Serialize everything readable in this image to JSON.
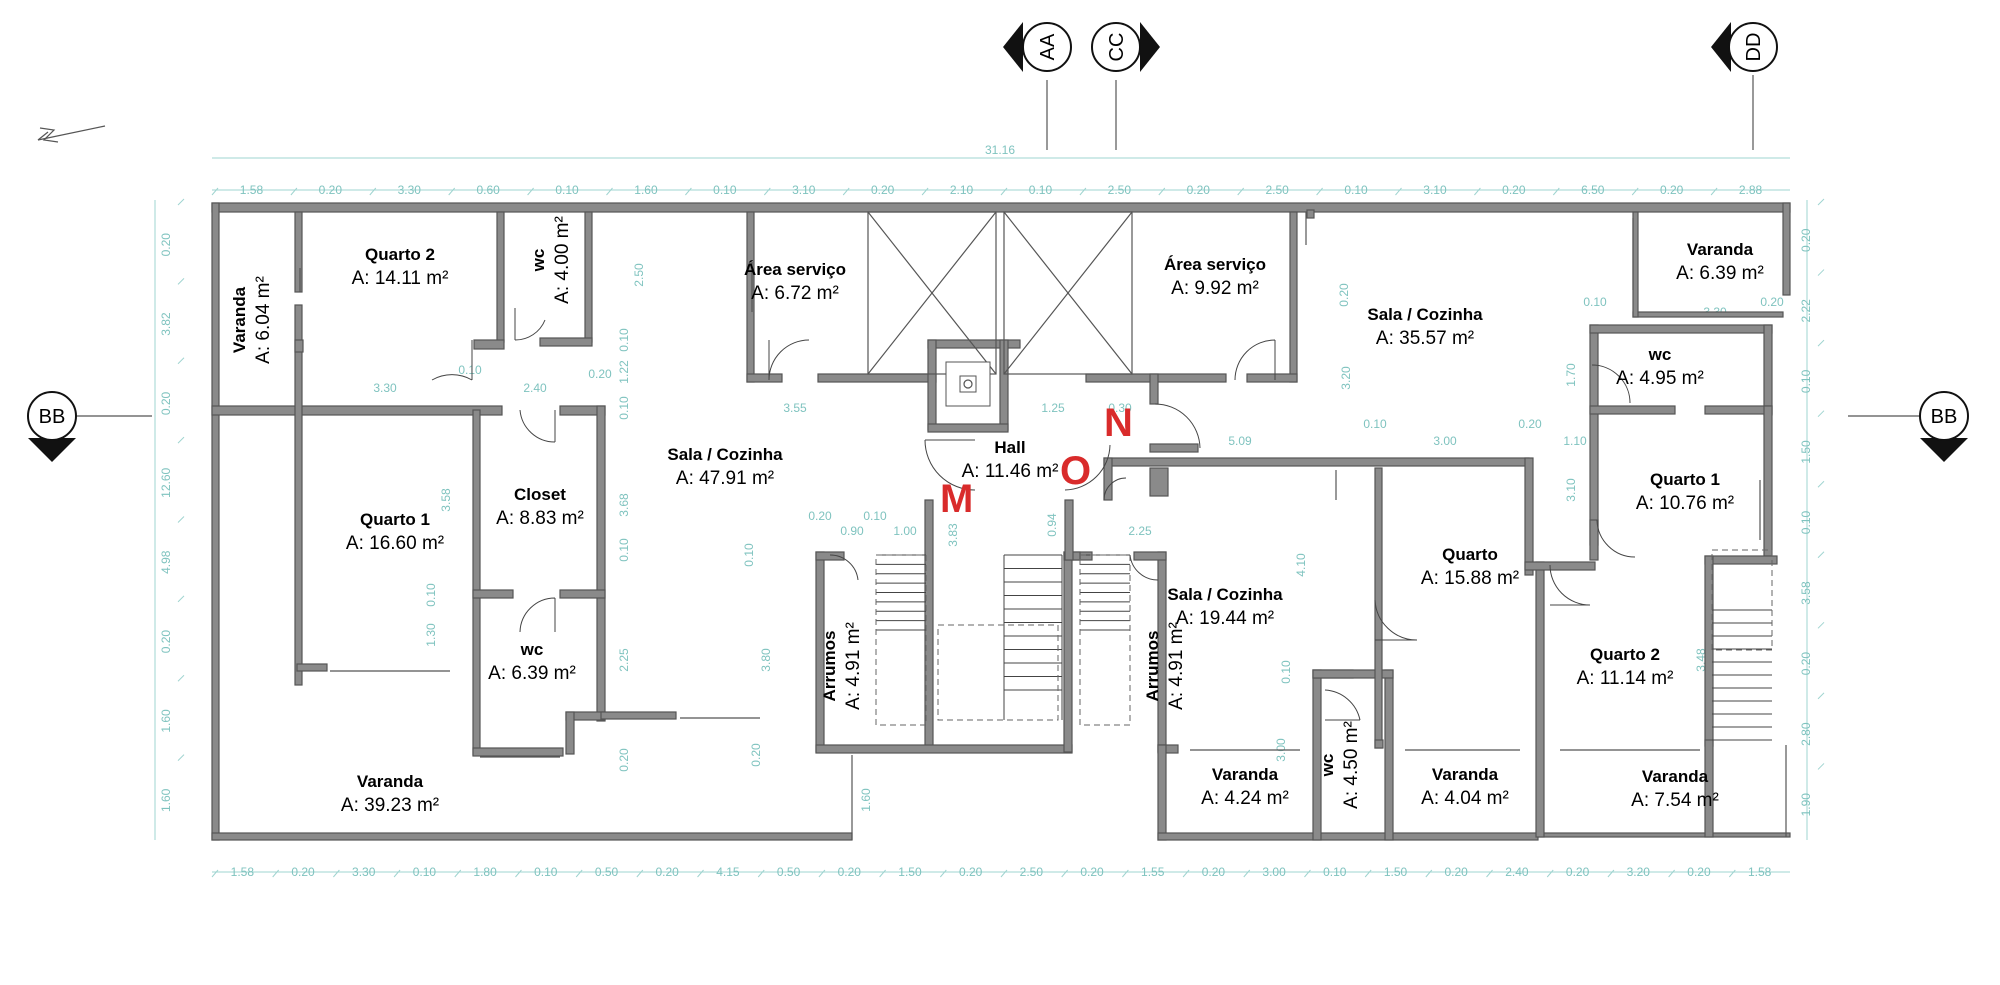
{
  "overall_dimension": "31.16",
  "section_marks": {
    "aa": "AA",
    "cc": "CC",
    "dd": "DD",
    "bb_left": "BB",
    "bb_right": "BB"
  },
  "markers": {
    "m": "M",
    "n": "N",
    "o": "O"
  },
  "marker_color": "#d92b2b",
  "rooms": [
    {
      "name": "Quarto 2",
      "area": "A: 14.11 m²"
    },
    {
      "name": "wc",
      "area": "A: 4.00 m²"
    },
    {
      "name": "Varanda",
      "area": "A: 6.04 m²"
    },
    {
      "name": "Área serviço",
      "area": "A: 6.72 m²"
    },
    {
      "name": "Área serviço",
      "area": "A: 9.92 m²"
    },
    {
      "name": "Sala / Cozinha",
      "area": "A: 35.57 m²"
    },
    {
      "name": "Varanda",
      "area": "A: 6.39 m²"
    },
    {
      "name": "wc",
      "area": "A: 4.95 m²"
    },
    {
      "name": "Closet",
      "area": "A: 8.83 m²"
    },
    {
      "name": "Quarto 1",
      "area": "A: 16.60 m²"
    },
    {
      "name": "Sala / Cozinha",
      "area": "A: 47.91 m²"
    },
    {
      "name": "Hall",
      "area": "A: 11.46 m²"
    },
    {
      "name": "Quarto 1",
      "area": "A: 10.76 m²"
    },
    {
      "name": "Quarto",
      "area": "A: 15.88 m²"
    },
    {
      "name": "Sala / Cozinha",
      "area": "A: 19.44 m²"
    },
    {
      "name": "wc",
      "area": "A: 6.39 m²"
    },
    {
      "name": "Arrumos",
      "area": "A: 4.91 m²"
    },
    {
      "name": "Arrumos",
      "area": "A: 4.91 m²"
    },
    {
      "name": "Quarto 2",
      "area": "A: 11.14 m²"
    },
    {
      "name": "wc",
      "area": "A: 4.50 m²"
    },
    {
      "name": "Varanda",
      "area": "A: 39.23 m²"
    },
    {
      "name": "Varanda",
      "area": "A: 4.24 m²"
    },
    {
      "name": "Varanda",
      "area": "A: 4.04 m²"
    },
    {
      "name": "Varanda",
      "area": "A: 7.54 m²"
    }
  ],
  "dims_top": [
    "1.58",
    "0.20",
    "3.30",
    "0.60",
    "0.10",
    "1.60",
    "0.10",
    "3.10",
    "0.20",
    "2.10",
    "0.10",
    "2.50",
    "0.20",
    "2.50",
    "0.10",
    "3.10",
    "0.20",
    "6.50",
    "0.20",
    "2.88"
  ],
  "dims_bottom": [
    "1.58",
    "0.20",
    "3.30",
    "0.10",
    "1.80",
    "0.10",
    "0.50",
    "0.20",
    "4.15",
    "0.50",
    "0.20",
    "1.50",
    "0.20",
    "2.50",
    "0.20",
    "1.55",
    "0.20",
    "3.00",
    "0.10",
    "1.50",
    "0.20",
    "2.40",
    "0.20",
    "3.20",
    "0.20",
    "1.58"
  ],
  "dims_left": [
    "0.20",
    "3.82",
    "0.20",
    "12.60",
    "4.98",
    "0.20",
    "1.60",
    "1.60"
  ],
  "dims_right": [
    "0.20",
    "2.22",
    "0.10",
    "1.50",
    "0.10",
    "3.58",
    "0.20",
    "2.80",
    "1.90"
  ],
  "dims_inner": [
    "3.30",
    "0.10",
    "2.40",
    "0.20",
    "3.55",
    "1.25",
    "0.30",
    "5.09",
    "0.10",
    "3.00",
    "0.20",
    "1.10",
    "0.10",
    "3.30",
    "0.20",
    "1.70",
    "3.10",
    "3.48",
    "2.50",
    "0.10",
    "1.22",
    "0.10",
    "3.68",
    "0.10",
    "2.25",
    "3.58",
    "0.10",
    "1.30",
    "3.80",
    "0.10",
    "0.20",
    "0.20",
    "0.90",
    "0.10",
    "1.00",
    "3.83",
    "0.94",
    "2.25",
    "4.10",
    "0.10",
    "3.00",
    "0.20",
    "3.20",
    "0.20",
    "1.60"
  ]
}
